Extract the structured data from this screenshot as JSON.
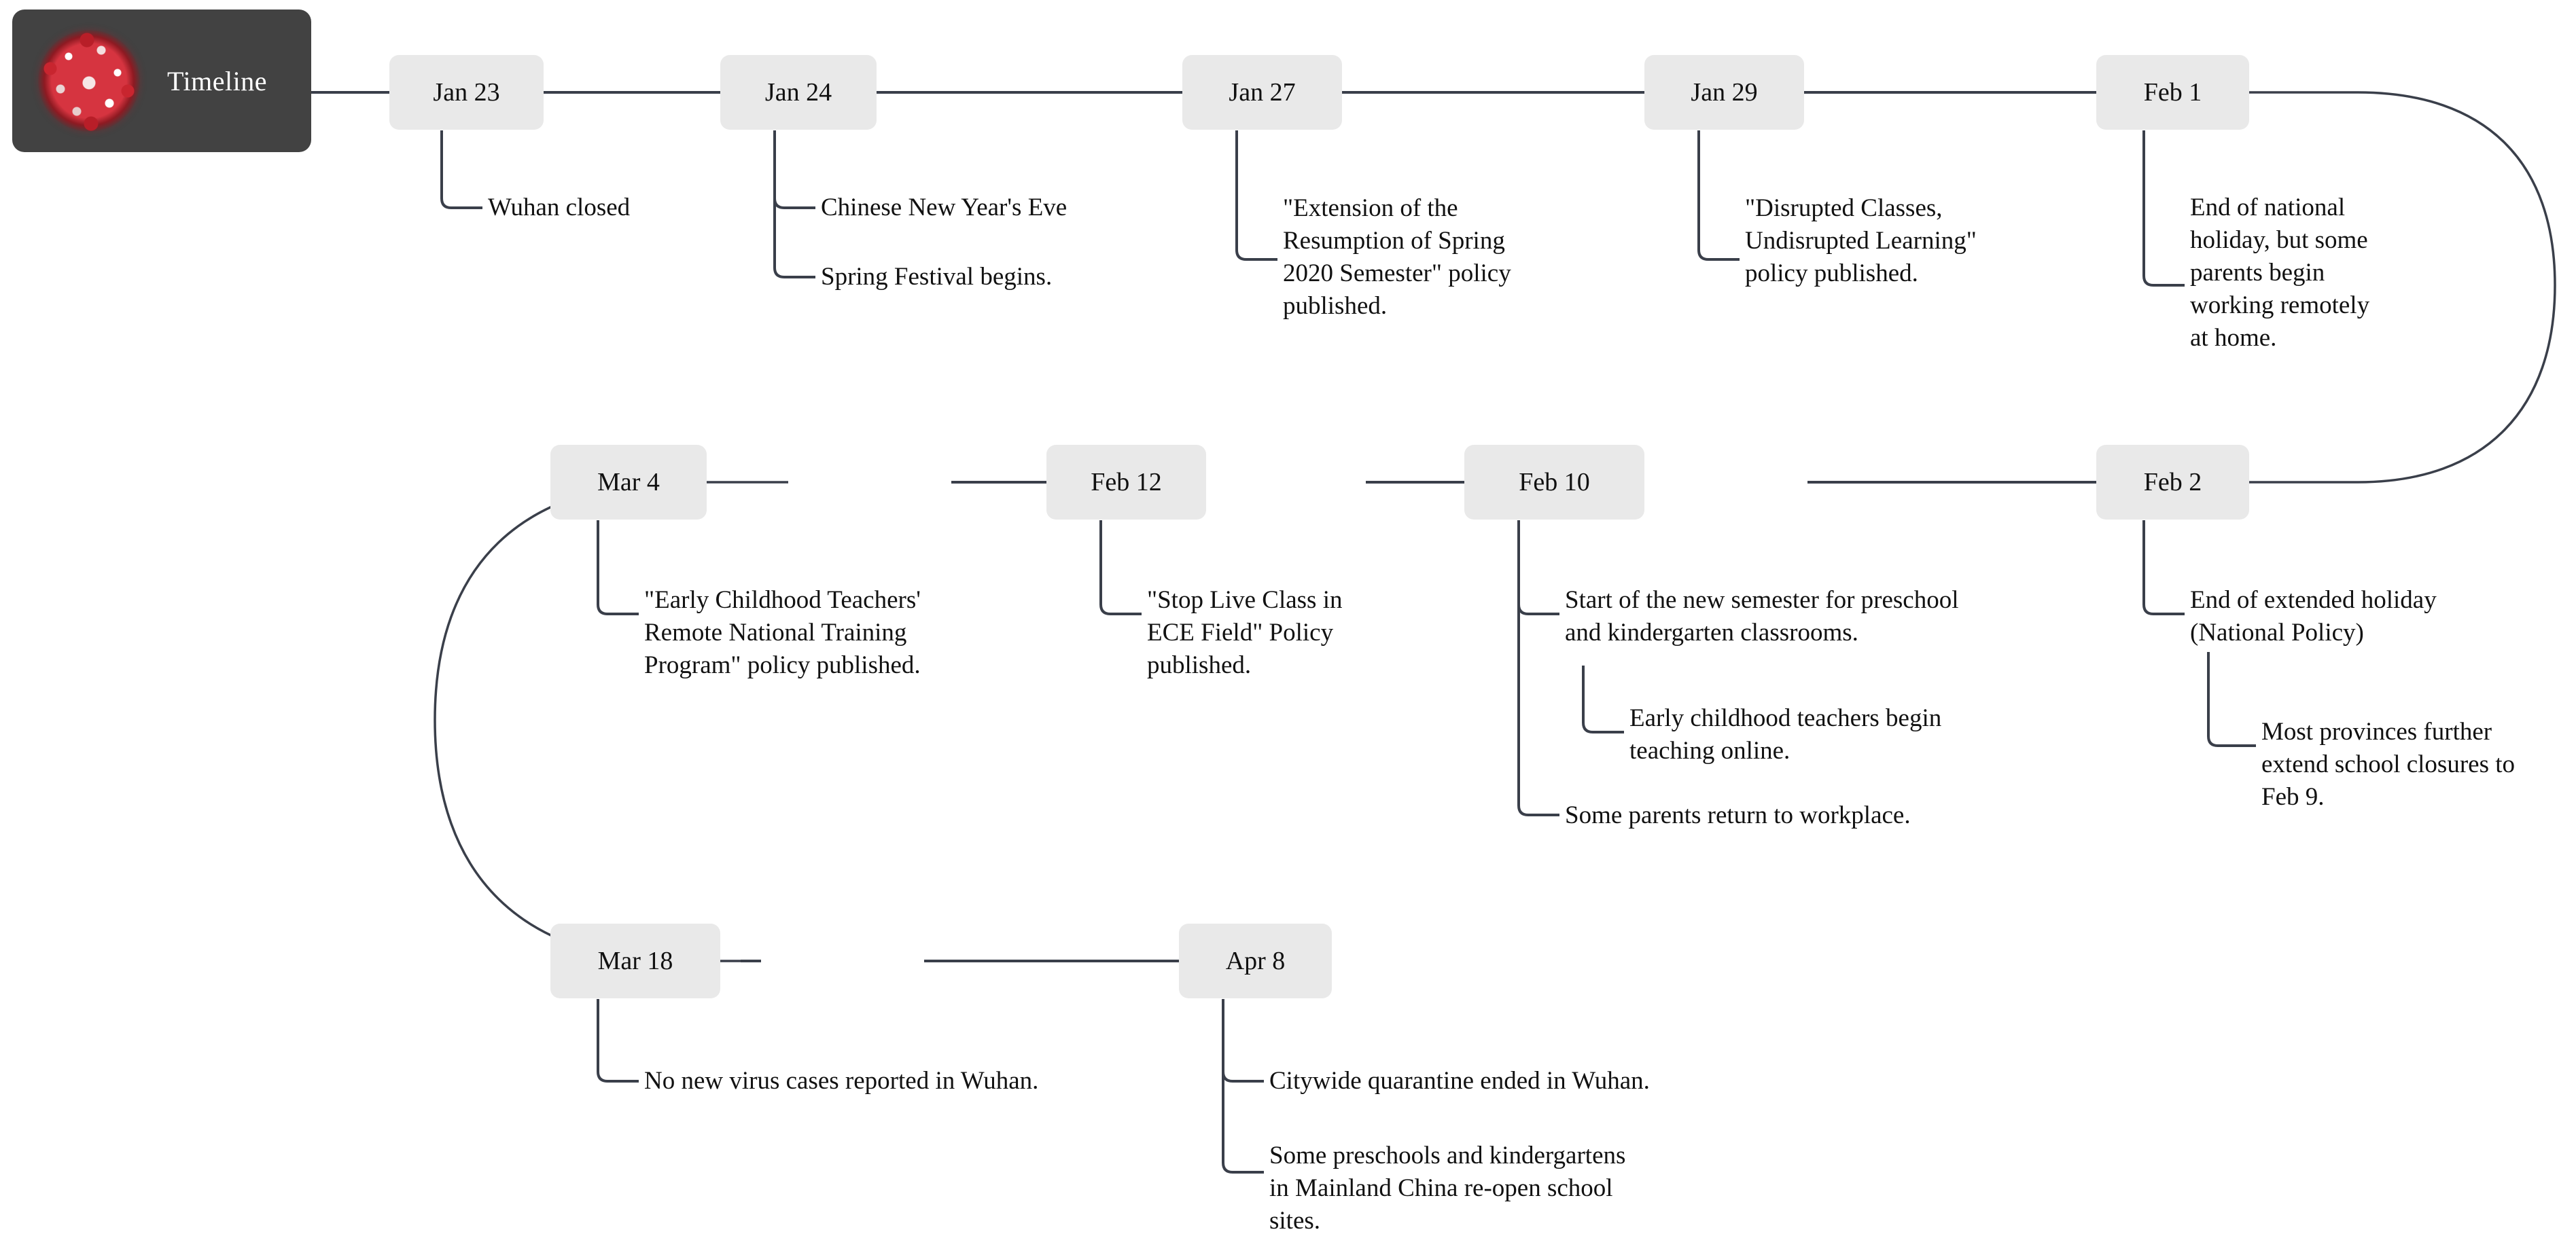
{
  "header": {
    "title": "Timeline",
    "icon": "coronavirus-icon",
    "background_color": "#424242",
    "text_color": "#ffffff"
  },
  "theme": {
    "page_background": "#ffffff",
    "node_fill": "#e9e9e9",
    "node_text": "#111111",
    "connector_color": "#3a3f4a",
    "label_text": "#111111"
  },
  "rows": [
    {
      "direction": "left-to-right",
      "nodes": [
        "Jan 23",
        "Jan 24",
        "Jan 27",
        "Jan 29",
        "Feb 1"
      ]
    },
    {
      "direction": "right-to-left",
      "nodes": [
        "Feb 2",
        "Feb 10",
        "Feb 12",
        "Mar 4"
      ]
    },
    {
      "direction": "left-to-right",
      "nodes": [
        "Mar 18",
        "Apr 8"
      ]
    }
  ],
  "nodes": {
    "jan23": {
      "date": "Jan 23",
      "events": [
        {
          "text": "Wuhan closed",
          "nested": false
        }
      ]
    },
    "jan24": {
      "date": "Jan 24",
      "events": [
        {
          "text": "Chinese New Year's Eve",
          "nested": false
        },
        {
          "text": "Spring Festival begins.",
          "nested": false
        }
      ]
    },
    "jan27": {
      "date": "Jan 27",
      "events": [
        {
          "text": "\"Extension of the\nResumption of Spring\n2020 Semester\" policy\npublished.",
          "nested": false
        }
      ]
    },
    "jan29": {
      "date": "Jan 29",
      "events": [
        {
          "text": "\"Disrupted Classes,\nUndisrupted Learning\"\npolicy published.",
          "nested": false
        }
      ]
    },
    "feb1": {
      "date": "Feb 1",
      "events": [
        {
          "text": "End of national\nholiday, but some\nparents begin\nworking remotely\nat home.",
          "nested": false
        }
      ]
    },
    "feb2": {
      "date": "Feb 2",
      "events": [
        {
          "text": "End of extended holiday\n(National Policy)",
          "nested": false
        },
        {
          "text": "Most provinces further\nextend school closures to\nFeb 9.",
          "nested": true
        }
      ]
    },
    "feb10": {
      "date": "Feb 10",
      "events": [
        {
          "text": "Start of the new semester for preschool\nand kindergarten classrooms.",
          "nested": false
        },
        {
          "text": "Early childhood teachers begin\nteaching online.",
          "nested": true
        },
        {
          "text": "Some parents return to workplace.",
          "nested": false
        }
      ]
    },
    "feb12": {
      "date": "Feb 12",
      "events": [
        {
          "text": "\"Stop Live Class in\nECE Field\" Policy\npublished.",
          "nested": false
        }
      ]
    },
    "mar4": {
      "date": "Mar 4",
      "events": [
        {
          "text": "\"Early Childhood Teachers'\nRemote National Training\nProgram\" policy published.",
          "nested": false
        }
      ]
    },
    "mar18": {
      "date": "Mar 18",
      "events": [
        {
          "text": "No new virus cases reported in Wuhan.",
          "nested": false
        }
      ]
    },
    "apr8": {
      "date": "Apr 8",
      "events": [
        {
          "text": "Citywide quarantine ended in Wuhan.",
          "nested": false
        },
        {
          "text": "Some preschools and kindergartens\nin Mainland China re-open school\nsites.",
          "nested": false
        }
      ]
    }
  }
}
